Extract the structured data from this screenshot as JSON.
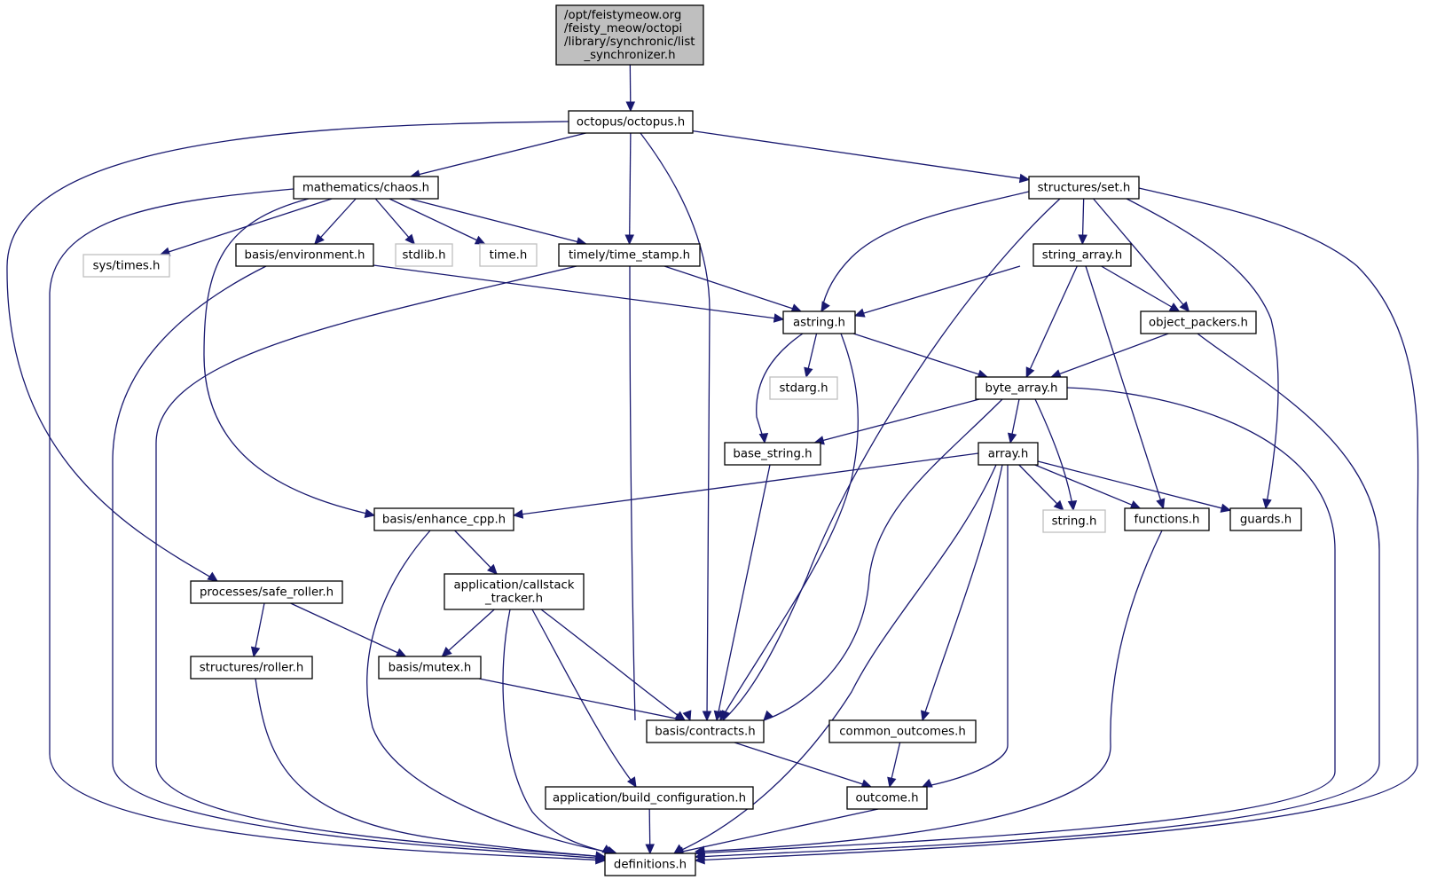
{
  "diagram": {
    "type": "include-dependency-graph",
    "colors": {
      "edge": "#191970",
      "root_fill": "#bfbfbf",
      "node_fill": "#ffffff",
      "node_border": "#000000",
      "external_border": "#bfbfbf",
      "external_text": "#000000"
    },
    "nodes": [
      {
        "id": "root",
        "lines": [
          "/opt/feistymeow.org",
          "/feisty_meow/octopi",
          "/library/synchronic/list",
          "_synchronizer.h"
        ],
        "kind": "root"
      },
      {
        "id": "octopus",
        "lines": [
          "octopus/octopus.h"
        ],
        "kind": "normal"
      },
      {
        "id": "chaos",
        "lines": [
          "mathematics/chaos.h"
        ],
        "kind": "normal"
      },
      {
        "id": "set",
        "lines": [
          "structures/set.h"
        ],
        "kind": "normal"
      },
      {
        "id": "systimes",
        "lines": [
          "sys/times.h"
        ],
        "kind": "external"
      },
      {
        "id": "environment",
        "lines": [
          "basis/environment.h"
        ],
        "kind": "normal"
      },
      {
        "id": "stdlib",
        "lines": [
          "stdlib.h"
        ],
        "kind": "external"
      },
      {
        "id": "time",
        "lines": [
          "time.h"
        ],
        "kind": "external"
      },
      {
        "id": "timestamp",
        "lines": [
          "timely/time_stamp.h"
        ],
        "kind": "normal"
      },
      {
        "id": "string_array",
        "lines": [
          "string_array.h"
        ],
        "kind": "normal"
      },
      {
        "id": "astring",
        "lines": [
          "astring.h"
        ],
        "kind": "normal"
      },
      {
        "id": "object_packers",
        "lines": [
          "object_packers.h"
        ],
        "kind": "normal"
      },
      {
        "id": "stdarg",
        "lines": [
          "stdarg.h"
        ],
        "kind": "external"
      },
      {
        "id": "byte_array",
        "lines": [
          "byte_array.h"
        ],
        "kind": "normal"
      },
      {
        "id": "base_string",
        "lines": [
          "base_string.h"
        ],
        "kind": "normal"
      },
      {
        "id": "array",
        "lines": [
          "array.h"
        ],
        "kind": "normal"
      },
      {
        "id": "enhance_cpp",
        "lines": [
          "basis/enhance_cpp.h"
        ],
        "kind": "normal"
      },
      {
        "id": "stringh",
        "lines": [
          "string.h"
        ],
        "kind": "external"
      },
      {
        "id": "functions",
        "lines": [
          "functions.h"
        ],
        "kind": "normal"
      },
      {
        "id": "guards",
        "lines": [
          "guards.h"
        ],
        "kind": "normal"
      },
      {
        "id": "safe_roller",
        "lines": [
          "processes/safe_roller.h"
        ],
        "kind": "normal"
      },
      {
        "id": "callstack",
        "lines": [
          "application/callstack",
          "_tracker.h"
        ],
        "kind": "normal"
      },
      {
        "id": "roller",
        "lines": [
          "structures/roller.h"
        ],
        "kind": "normal"
      },
      {
        "id": "mutex",
        "lines": [
          "basis/mutex.h"
        ],
        "kind": "normal"
      },
      {
        "id": "contracts",
        "lines": [
          "basis/contracts.h"
        ],
        "kind": "normal"
      },
      {
        "id": "common_outcomes",
        "lines": [
          "common_outcomes.h"
        ],
        "kind": "normal"
      },
      {
        "id": "build_config",
        "lines": [
          "application/build_configuration.h"
        ],
        "kind": "normal"
      },
      {
        "id": "outcome",
        "lines": [
          "outcome.h"
        ],
        "kind": "normal"
      },
      {
        "id": "definitions",
        "lines": [
          "definitions.h"
        ],
        "kind": "normal"
      }
    ],
    "edges": [
      [
        "root",
        "octopus"
      ],
      [
        "octopus",
        "chaos"
      ],
      [
        "octopus",
        "timestamp"
      ],
      [
        "octopus",
        "contracts"
      ],
      [
        "octopus",
        "set"
      ],
      [
        "octopus",
        "safe_roller"
      ],
      [
        "chaos",
        "systimes"
      ],
      [
        "chaos",
        "environment"
      ],
      [
        "chaos",
        "stdlib"
      ],
      [
        "chaos",
        "time"
      ],
      [
        "chaos",
        "timestamp"
      ],
      [
        "chaos",
        "enhance_cpp"
      ],
      [
        "chaos",
        "definitions"
      ],
      [
        "environment",
        "astring"
      ],
      [
        "environment",
        "definitions"
      ],
      [
        "timestamp",
        "astring"
      ],
      [
        "timestamp",
        "contracts"
      ],
      [
        "timestamp",
        "definitions"
      ],
      [
        "set",
        "astring"
      ],
      [
        "set",
        "string_array"
      ],
      [
        "set",
        "object_packers"
      ],
      [
        "set",
        "contracts"
      ],
      [
        "set",
        "guards"
      ],
      [
        "set",
        "definitions"
      ],
      [
        "string_array",
        "astring"
      ],
      [
        "string_array",
        "byte_array"
      ],
      [
        "string_array",
        "object_packers"
      ],
      [
        "string_array",
        "functions"
      ],
      [
        "object_packers",
        "byte_array"
      ],
      [
        "object_packers",
        "definitions"
      ],
      [
        "astring",
        "stdarg"
      ],
      [
        "astring",
        "byte_array"
      ],
      [
        "astring",
        "base_string"
      ],
      [
        "astring",
        "contracts"
      ],
      [
        "byte_array",
        "base_string"
      ],
      [
        "byte_array",
        "array"
      ],
      [
        "byte_array",
        "stringh"
      ],
      [
        "byte_array",
        "contracts"
      ],
      [
        "byte_array",
        "definitions"
      ],
      [
        "base_string",
        "contracts"
      ],
      [
        "array",
        "enhance_cpp"
      ],
      [
        "array",
        "stringh"
      ],
      [
        "array",
        "functions"
      ],
      [
        "array",
        "guards"
      ],
      [
        "array",
        "common_outcomes"
      ],
      [
        "array",
        "outcome"
      ],
      [
        "array",
        "definitions"
      ],
      [
        "enhance_cpp",
        "callstack"
      ],
      [
        "enhance_cpp",
        "definitions"
      ],
      [
        "functions",
        "definitions"
      ],
      [
        "safe_roller",
        "roller"
      ],
      [
        "safe_roller",
        "mutex"
      ],
      [
        "roller",
        "definitions"
      ],
      [
        "callstack",
        "mutex"
      ],
      [
        "callstack",
        "contracts"
      ],
      [
        "callstack",
        "build_config"
      ],
      [
        "callstack",
        "definitions"
      ],
      [
        "mutex",
        "contracts"
      ],
      [
        "contracts",
        "outcome"
      ],
      [
        "common_outcomes",
        "outcome"
      ],
      [
        "build_config",
        "definitions"
      ],
      [
        "outcome",
        "definitions"
      ]
    ]
  }
}
